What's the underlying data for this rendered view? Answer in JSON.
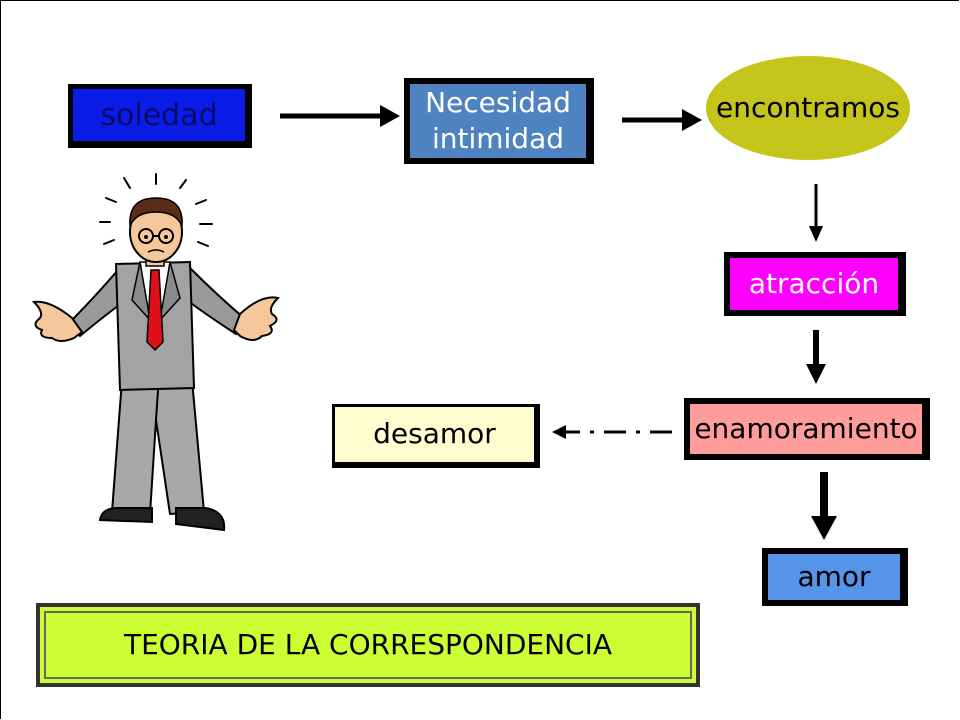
{
  "nodes": {
    "soledad": "soledad",
    "necesidad_line1": "Necesidad",
    "necesidad_line2": "intimidad",
    "encontramos": "encontramos",
    "atraccion": "atracción",
    "enamoramiento": "enamoramiento",
    "desamor": "desamor",
    "amor": "amor"
  },
  "title": "TEORIA DE LA CORRESPONDENCIA",
  "icons": {
    "figure": "confused-man-shrugging-icon"
  },
  "colors": {
    "soledad": "#0a1de8",
    "necesidad": "#4f82c0",
    "encontramos": "#c4c41a",
    "atraccion": "#ff00ff",
    "enamoramiento": "#ff9c9c",
    "desamor": "#fffdd0",
    "amor": "#5594e8",
    "title_box": "#ccff33"
  }
}
